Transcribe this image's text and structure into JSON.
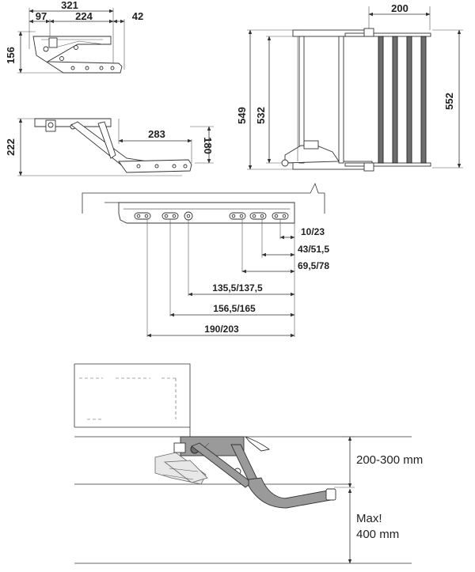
{
  "top_left_view": {
    "overall_width": "321",
    "offset_left": "97",
    "span": "224",
    "offset_right": "42",
    "height": "156"
  },
  "mid_left_view": {
    "height": "222",
    "reach": "283",
    "drop": "180"
  },
  "top_right_view": {
    "step_depth": "200",
    "width_outer": "549",
    "width_inner": "532",
    "width_total": "552"
  },
  "bracket_detail": {
    "hole_distances": [
      "10/23",
      "43/51,5",
      "69,5/78",
      "135,5/137,5",
      "156,5/165",
      "190/203"
    ]
  },
  "install_view": {
    "mount_height": "200-300 mm",
    "max_label": "Max!",
    "max_value": "400 mm"
  }
}
